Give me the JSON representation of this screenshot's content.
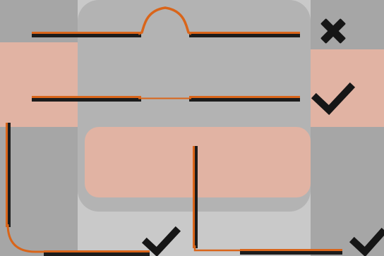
{
  "colors": {
    "background": "#c9c9c9",
    "cylinder_body": "#b3b3b3",
    "cylinder_dark": "#a6a6a6",
    "band": "#e1b3a3",
    "wire_black": "#1c1c1c",
    "wire_orange": "#d9651a",
    "mark": "#161616"
  },
  "examples": [
    {
      "id": "raised-hump",
      "verdict": "incorrect",
      "icon": "cross-icon"
    },
    {
      "id": "flat-thin-link",
      "verdict": "correct",
      "icon": "check-icon"
    },
    {
      "id": "rounded-corner",
      "verdict": "correct",
      "icon": "check-icon"
    },
    {
      "id": "square-corner",
      "verdict": "correct",
      "icon": "check-icon"
    }
  ]
}
